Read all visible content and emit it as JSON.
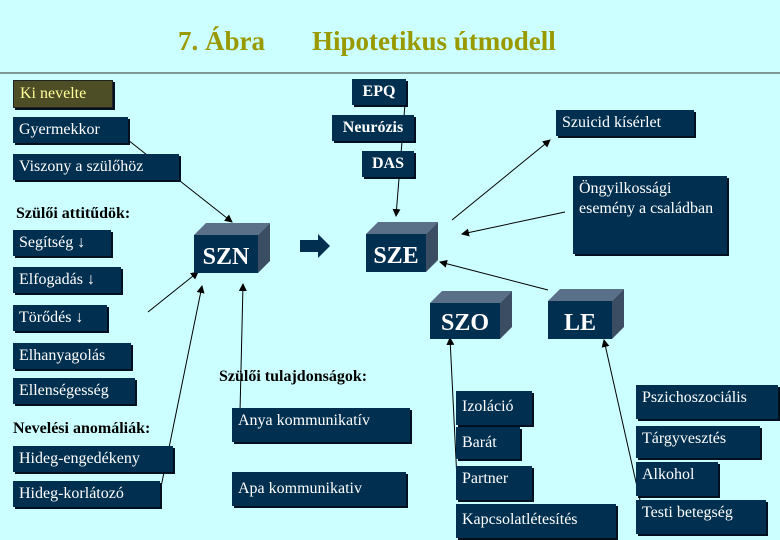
{
  "title": {
    "number": "7. Ábra",
    "text": "Hipotetikus útmodell"
  },
  "left": {
    "items": [
      "Ki nevelte",
      "Gyermekkor",
      "Viszony a szülőhöz"
    ],
    "attitudes_heading": "Szülői attitűdök:",
    "attitudes": [
      "Segítség ↓",
      "Elfogadás ↓",
      "Törődés ↓",
      "Elhanyagolás",
      "Ellenségesség"
    ],
    "anomalies_heading": "Nevelési anomáliák:",
    "anomalies": [
      "Hideg-engedékeny",
      "Hideg-korlátozó"
    ]
  },
  "top": {
    "epq": "EPQ",
    "neurozis": "Neurózis",
    "das": "DAS"
  },
  "right_top": {
    "suicide": "Szuicid kísérlet",
    "family_event": "Öngyilkossági esemény a családban"
  },
  "center": {
    "props_heading": "Szülői tulajdonságok:",
    "mother": "Anya kommunikatív",
    "father": "Apa kommunikativ"
  },
  "nodes": {
    "szn": "SZN",
    "sze": "SZE",
    "szo": "SZO",
    "le": "LE"
  },
  "szo_items": [
    "Izoláció",
    "Barát",
    "Partner",
    "Kapcsolatlétesítés"
  ],
  "le_items": [
    "Pszichoszociális",
    "Tárgyvesztés",
    "Alkohol",
    "Testi betegség"
  ]
}
